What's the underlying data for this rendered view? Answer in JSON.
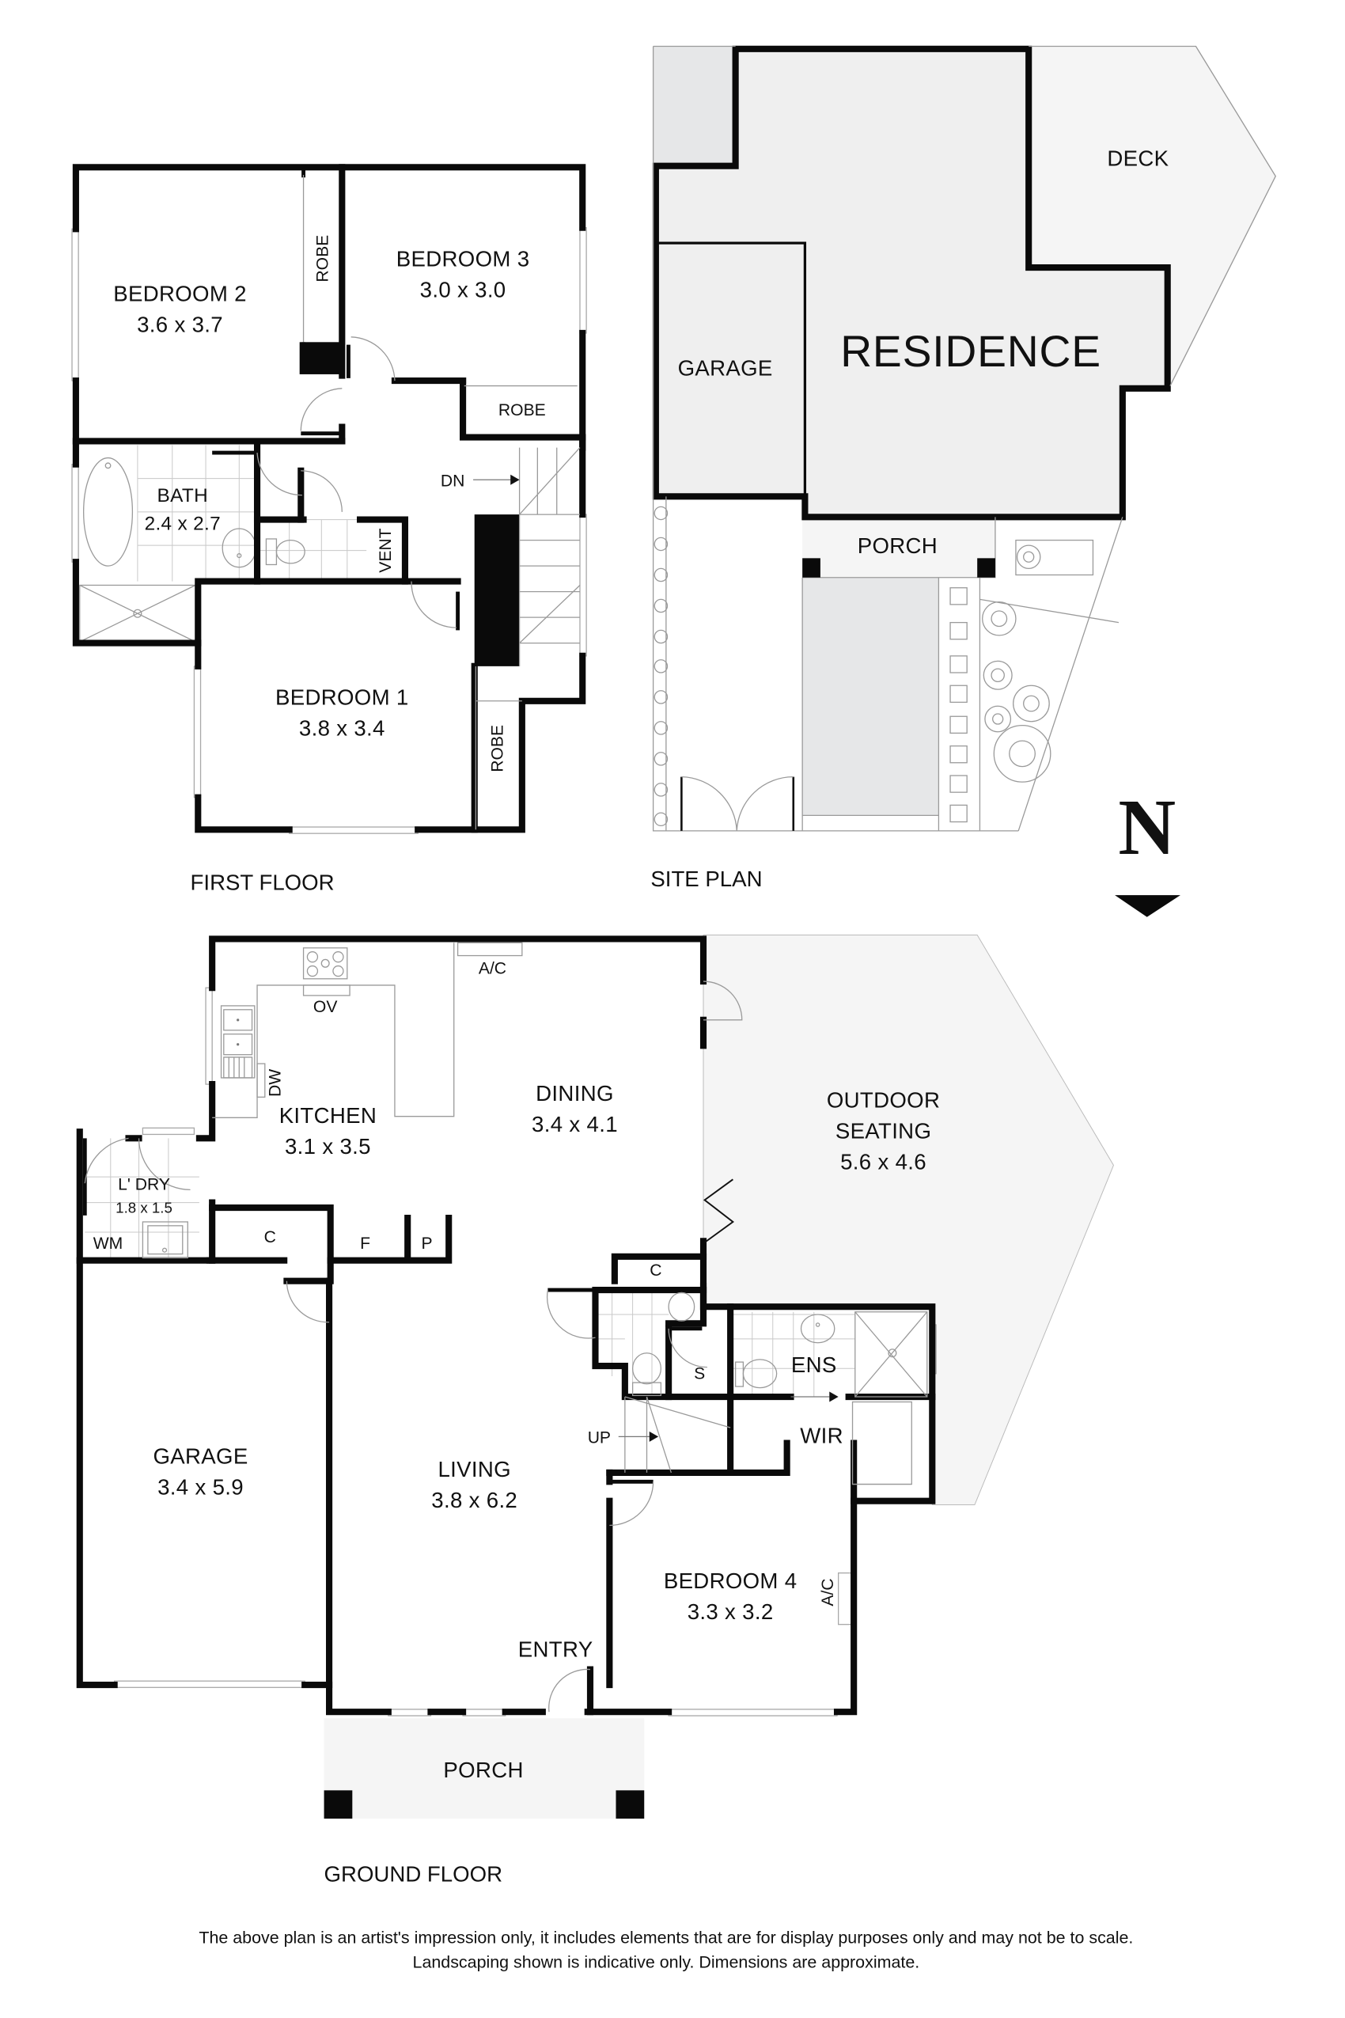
{
  "first_floor": {
    "title": "FIRST FLOOR",
    "rooms": {
      "bedroom2": {
        "name": "BEDROOM 2",
        "dims": "3.6 x 3.7"
      },
      "bedroom3": {
        "name": "BEDROOM 3",
        "dims": "3.0 x 3.0"
      },
      "bath": {
        "name": "BATH",
        "dims": "2.4 x 2.7"
      },
      "bedroom1": {
        "name": "BEDROOM 1",
        "dims": "3.8 x 3.4"
      }
    },
    "labels": {
      "robe_vertical_1": "ROBE",
      "robe_bed3": "ROBE",
      "robe_vertical_2": "ROBE",
      "vent": "VENT",
      "stairs_down": "DN"
    }
  },
  "site_plan": {
    "title": "SITE PLAN",
    "labels": {
      "deck": "DECK",
      "garage": "GARAGE",
      "residence": "RESIDENCE",
      "porch": "PORCH"
    }
  },
  "north_indicator": {
    "letter": "N"
  },
  "ground_floor": {
    "title": "GROUND FLOOR",
    "rooms": {
      "kitchen": {
        "name": "KITCHEN",
        "dims": "3.1 x 3.5"
      },
      "dining": {
        "name": "DINING",
        "dims": "3.4 x 4.1"
      },
      "outdoor": {
        "name_line1": "OUTDOOR",
        "name_line2": "SEATING",
        "dims": "5.6 x 4.6"
      },
      "laundry": {
        "name": "L' DRY",
        "dims": "1.8 x 1.5"
      },
      "garage": {
        "name": "GARAGE",
        "dims": "3.4 x 5.9"
      },
      "living": {
        "name": "LIVING",
        "dims": "3.8 x 6.2"
      },
      "bedroom4": {
        "name": "BEDROOM 4",
        "dims": "3.3 x 3.2"
      },
      "ensuite": {
        "name": "ENS"
      },
      "wir": {
        "name": "WIR"
      },
      "entry": {
        "name": "ENTRY"
      },
      "porch": {
        "name": "PORCH"
      }
    },
    "labels": {
      "aircon_top": "A/C",
      "oven": "OV",
      "dishwasher": "DW",
      "washing_machine": "WM",
      "cupboard_1": "C",
      "fridge": "F",
      "pantry": "P",
      "cupboard_2": "C",
      "shower": "S",
      "stairs_up": "UP",
      "aircon_bed4": "A/C"
    }
  },
  "footer": {
    "line1": "The above plan is an artist's impression only, it includes elements that are for display purposes only and may not be to scale.",
    "line2": "Landscaping shown is indicative only. Dimensions are approximate."
  }
}
